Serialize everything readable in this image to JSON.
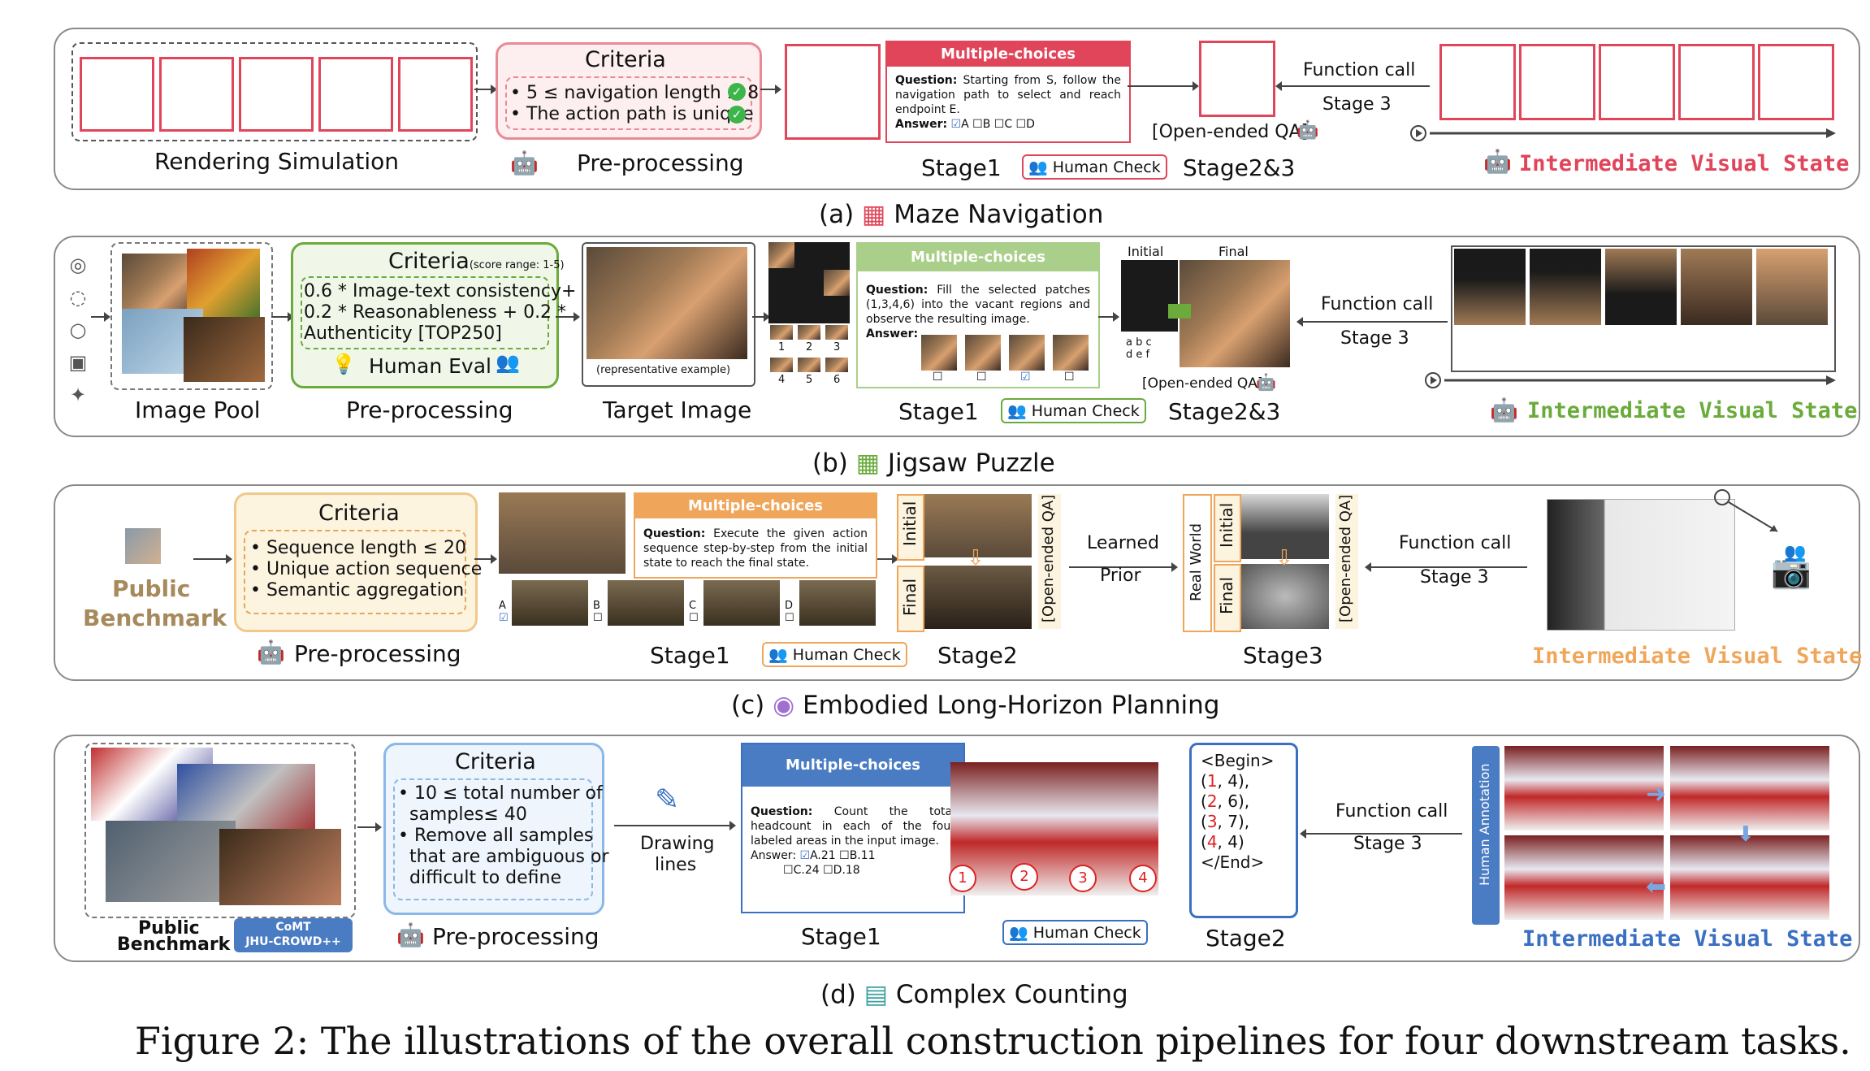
{
  "figure_caption": "Figure 2: The illustrations of the overall construction pipelines for four downstream tasks.",
  "human_check": "Human Check",
  "ivs": "Intermediate Visual State",
  "function_call": "Function call",
  "stage3": "Stage 3",
  "colors": {
    "maze": "#e0455a",
    "jigsaw": "#6aab3b",
    "embodied": "#f0a65a",
    "counting": "#3a6fc2"
  },
  "maze": {
    "caption": "(a)",
    "title": "Maze Navigation",
    "rendering": "Rendering Simulation",
    "preprocessing": "Pre-processing",
    "criteria_title": "Criteria",
    "criteria": [
      "• 5 ≤ navigation length ≤ 8",
      "• The action path is unique"
    ],
    "mc_title": "Multiple-choices",
    "mc_q_label": "Question:",
    "mc_question": "Starting from S, follow the navigation path to select and reach endpoint E.",
    "mc_answer_label": "Answer:",
    "mc_options": [
      "A",
      "B",
      "C",
      "D"
    ],
    "stage1": "Stage1",
    "stage23": "Stage2&3",
    "open_qa": "[Open-ended QA]"
  },
  "jigsaw": {
    "caption": "(b)",
    "title": "Jigsaw Puzzle",
    "image_pool": "Image Pool",
    "preprocessing": "Pre-processing",
    "criteria_title": "Criteria",
    "criteria_note": "(score range: 1-5)",
    "criteria": [
      "0.6 * Image-text consistency+",
      "0.2 * Reasonableness + 0.2 *",
      "Authenticity [TOP250]"
    ],
    "human_eval": "Human Eval",
    "target_image": "Target Image",
    "representative": "(representative example)",
    "mc_title": "Multiple-choices",
    "mc_q_label": "Question:",
    "mc_question": "Fill the selected patches (1,3,4,6) into the vacant regions and observe the resulting image.",
    "mc_answer_label": "Answer:",
    "piece_nums": [
      "1",
      "2",
      "3",
      "4",
      "5",
      "6"
    ],
    "abc": [
      "a",
      "b",
      "c",
      "d",
      "e",
      "f"
    ],
    "initial": "Initial",
    "final": "Final",
    "open_qa": "[Open-ended QA]",
    "stage1": "Stage1",
    "stage23": "Stage2&3"
  },
  "embodied": {
    "caption": "(c)",
    "title": "Embodied Long-Horizon Planning",
    "public": "Public",
    "benchmark": "Benchmark",
    "preprocessing": "Pre-processing",
    "criteria_title": "Criteria",
    "criteria": [
      "• Sequence length ≤ 20",
      "• Unique action sequence",
      "• Semantic aggregation"
    ],
    "mc_title": "Multiple-choices",
    "mc_q_label": "Question:",
    "mc_question": "Execute the given action sequence step-by-step from the initial state to reach the final state.",
    "options": [
      "A",
      "B",
      "C",
      "D"
    ],
    "initial": "Initial",
    "final": "Final",
    "open_qa": "[Open-ended QA]",
    "learned": "Learned",
    "prior": "Prior",
    "real_world": "Real World",
    "stage1": "Stage1",
    "stage2": "Stage2",
    "stage3": "Stage3"
  },
  "counting": {
    "caption": "(d)",
    "title": "Complex Counting",
    "public": "Public",
    "benchmark": "Benchmark",
    "dataset_line1": "CoMT",
    "dataset_line2": "JHU-CROWD++",
    "preprocessing": "Pre-processing",
    "criteria_title": "Criteria",
    "criteria": [
      "• 10 ≤ total number of",
      "  samples≤ 40",
      "• Remove all samples",
      "  that are ambiguous or",
      "  difficult to define"
    ],
    "drawing": "Drawing",
    "lines": "lines",
    "mc_title": "Multiple-choices",
    "mc_q_label": "Question:",
    "mc_question": "Count the total headcount in each of the four labeled areas in the input image.",
    "mc_answer_label": "Answer:",
    "opt_a": "A.21",
    "opt_b": "B.11",
    "opt_c": "C.24",
    "opt_d": "D.18",
    "stage1": "Stage1",
    "stage2": "Stage2",
    "begin": "<Begin>",
    "pairs": [
      [
        "1",
        "4"
      ],
      [
        "2",
        "6"
      ],
      [
        "3",
        "7"
      ],
      [
        "4",
        "4"
      ]
    ],
    "end": "</End>",
    "circles": [
      "1",
      "2",
      "3",
      "4"
    ],
    "human_annotation": "Human Annotation"
  }
}
